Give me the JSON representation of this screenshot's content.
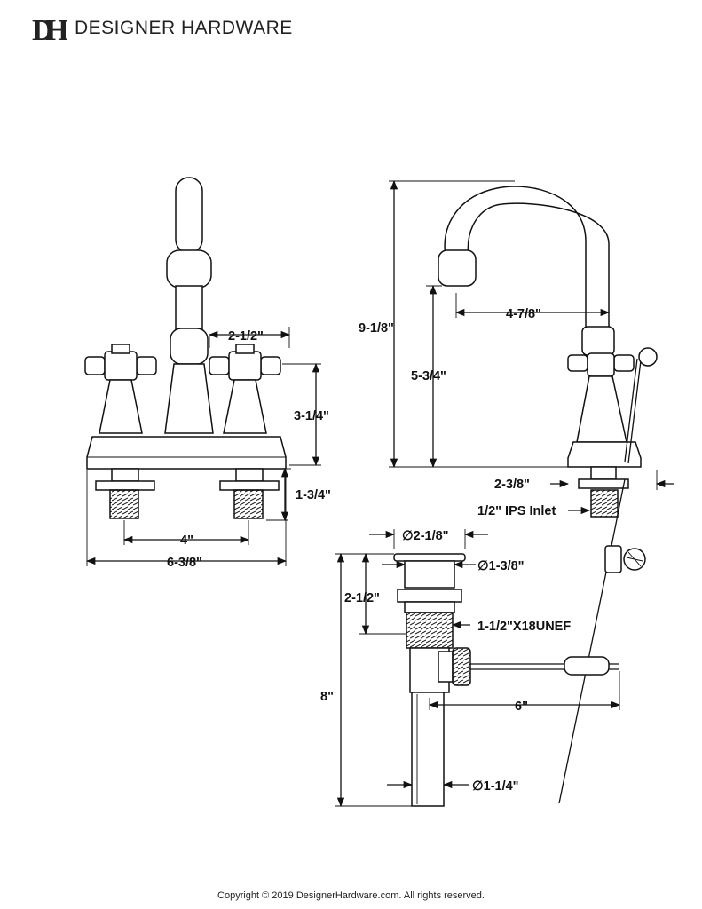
{
  "brand": {
    "monogram": "DH",
    "name": "DESIGNER HARDWARE"
  },
  "dimensions": {
    "spout_to_handle_center": "2-1/2\"",
    "handle_height": "3-1/4\"",
    "shank_length": "1-3/4\"",
    "center_spread": "4\"",
    "base_width": "6-3/8\"",
    "overall_height": "9-1/8\"",
    "spout_reach": "4-7/8\"",
    "spout_clearance": "5-3/4\"",
    "base_depth": "2-3/8\"",
    "inlet": "1/2\" IPS Inlet",
    "drain_flange_dia": "∅2-1/8\"",
    "drain_top_dia": "∅1-3/8\"",
    "drain_body_height": "2-1/2\"",
    "drain_thread": "1-1/2\"X18UNEF",
    "drain_rod_length": "6\"",
    "drain_tail_length": "8\"",
    "drain_tail_dia": "∅1-1/4\""
  },
  "footer": {
    "copyright": "Copyright © 2019 DesignerHardware.com. All rights reserved."
  }
}
